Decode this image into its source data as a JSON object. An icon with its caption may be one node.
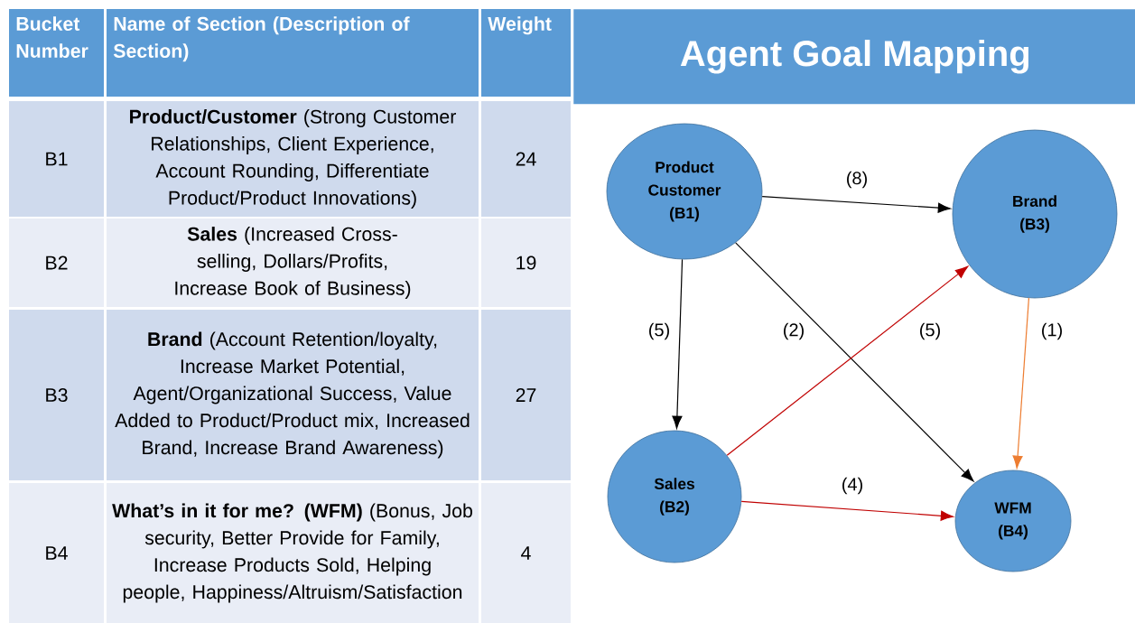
{
  "diagram": {
    "title": "Agent Goal Mapping",
    "nodes": [
      {
        "text": [
          "Product Customer (B1)"
        ]
      },
      {
        "text": [
          "Brand (B3)"
        ]
      },
      {
        "text": [
          "Sales (B2)"
        ]
      },
      {
        "text": [
          "WFM (B4)"
        ]
      }
    ],
    "edges": [
      {
        "from": 0,
        "to": 1,
        "arrow": "to",
        "label": "(8)"
      },
      {
        "from": 0,
        "to": 2,
        "arrow": "to",
        "label": "(5)"
      },
      {
        "from": 0,
        "to": 3,
        "arrow": "to",
        "label": "(2)"
      },
      {
        "from": 2,
        "to": 1,
        "arrow": "to",
        "label": "(5)",
        "color": "#c00000"
      },
      {
        "from": 1,
        "to": 3,
        "arrow": "to",
        "label": "(1)",
        "color": "#ed7d31"
      },
      {
        "from": 2,
        "to": 3,
        "arrow": "to",
        "label": "(4)",
        "color": "#c00000"
      }
    ],
    "labels": [
      "Bucket Number",
      "Name of Section (Description of Section)",
      "Weight",
      "B1",
      "**Product/Customer** (Strong Customer Relationships, Client Experience, Account Rounding, Differentiate Product/Product Innovations)",
      "24",
      "B2",
      "**Sales** (Increased Cross-selling, Dollars/Profits, Increase Book of Business)",
      "19",
      "B3",
      "**Brand** (Account Retention/loyalty, Increase Market Potential, Agent/Organizational Success, Value Added to Product/Product mix, Increased Brand, Increase Brand Awareness)",
      "27",
      "B4",
      "**What’s in it for me? (WFM)** (Bonus, Job security, Better Provide for Family, Increase Products Sold, Helping people, Happiness/Altruism/Satisfaction",
      "4"
    ]
  }
}
